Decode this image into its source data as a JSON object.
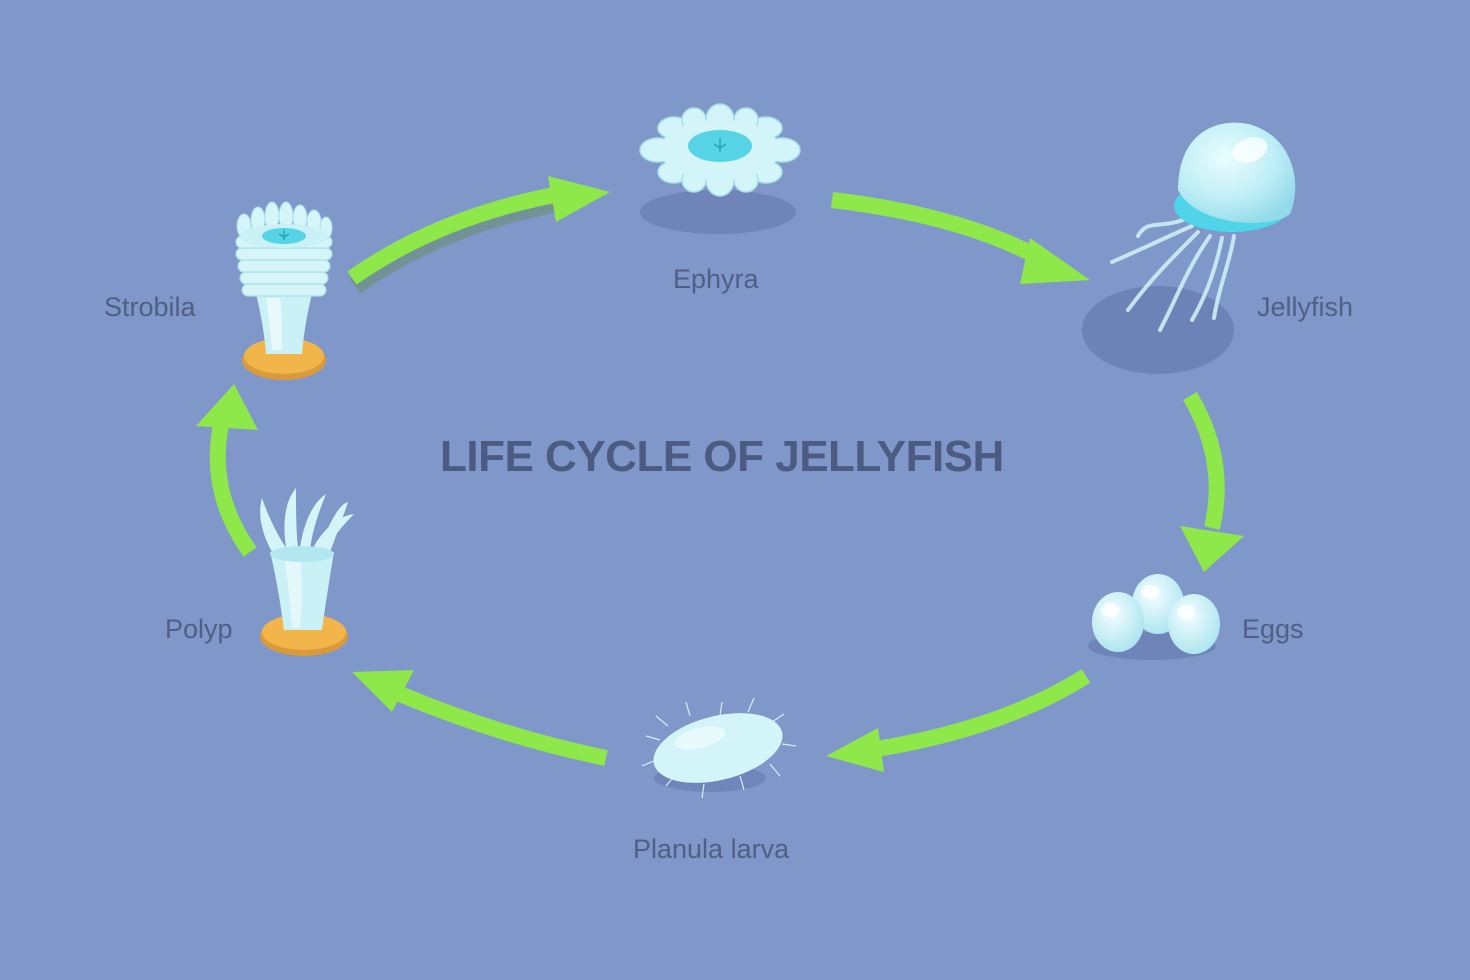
{
  "diagram": {
    "title": "LIFE CYCLE OF JELLYFISH",
    "stages": {
      "ephyra": "Ephyra",
      "jellyfish": "Jellyfish",
      "eggs": "Eggs",
      "planula_larva": "Planula larva",
      "polyp": "Polyp",
      "strobila": "Strobila"
    },
    "icons": {
      "ephyra": "ephyra-icon",
      "jellyfish": "jellyfish-icon",
      "eggs": "eggs-icon",
      "planula_larva": "planula-larva-icon",
      "polyp": "polyp-icon",
      "strobila": "strobila-icon"
    },
    "colors": {
      "background": "#8097c9",
      "arrow": "#8fe84a",
      "organism": "#c9f1f6",
      "base": "#f2b54a",
      "text": "#4f5f86"
    }
  }
}
